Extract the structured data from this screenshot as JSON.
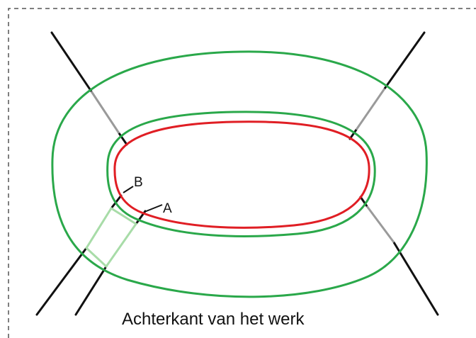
{
  "labels": {
    "point_a": "A",
    "point_b": "B",
    "caption": "Achterkant van het werk"
  },
  "colors": {
    "border": "#555555",
    "outer_ring": "#2aa84a",
    "inner_ring": "#2aa84a",
    "red_outline": "#e01e24",
    "line_dark": "#111111",
    "line_grey": "#9a9a9a",
    "frame_light": "#a8dca8"
  }
}
